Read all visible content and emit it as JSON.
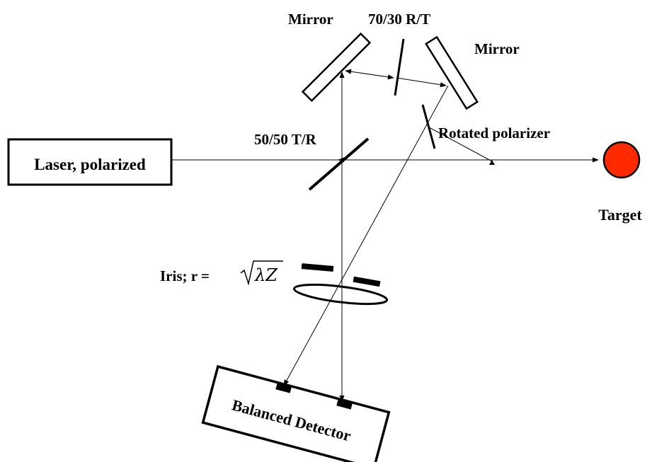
{
  "labels": {
    "mirror_left": "Mirror",
    "beamsplitter_top": "70/30 R/T",
    "mirror_right": "Mirror",
    "beamsplitter_main": "50/50 T/R",
    "laser": "Laser, polarized",
    "polarizer": "Rotated polarizer",
    "target": "Target",
    "iris_prefix": "Iris; r =",
    "iris_formula": "λZ",
    "detector": "Balanced Detector"
  },
  "colors": {
    "target_fill": "#ff2a00",
    "line": "#000000"
  }
}
